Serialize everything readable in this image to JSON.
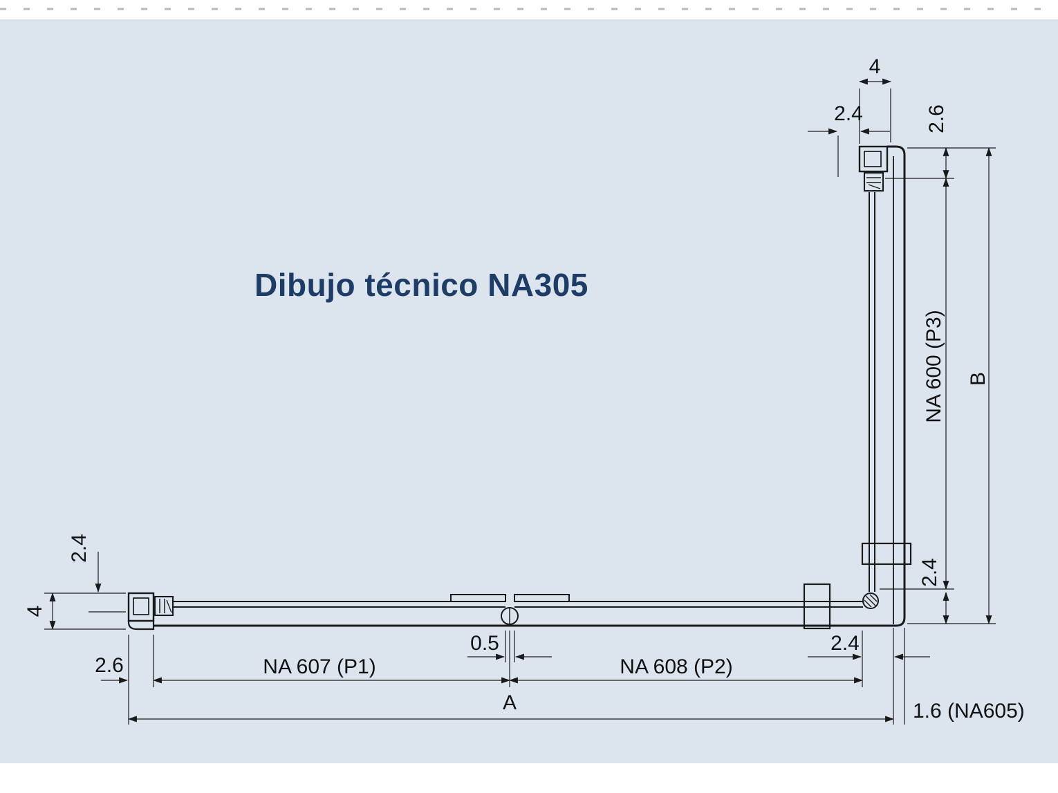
{
  "title": "Dibujo técnico NA305",
  "colors": {
    "canvas": "#dce4ee",
    "band": "#ffffff",
    "ink": "#1a1a1a",
    "title": "#1e3d66"
  },
  "labels": {
    "top_width": "4",
    "top_offset": "2.4",
    "right_top_offset": "2.6",
    "right_panel": "NA 600 (P3)",
    "right_total": "B",
    "right_lower_offset": "2.4",
    "bottom_corner_offset": "2.4",
    "profile_thickness": "1.6 (NA605)",
    "total_width": "A",
    "panel_left": "NA 607 (P1)",
    "panel_right": "NA 608 (P2)",
    "hinge_gap": "0.5",
    "left_offset": "2.6",
    "left_glass_offset": "2.4",
    "left_profile_width": "4"
  }
}
